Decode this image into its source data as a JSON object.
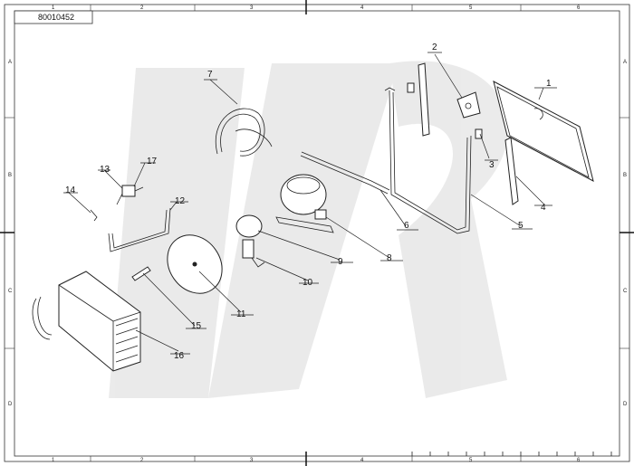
{
  "drawing_number": "80010452",
  "columns": [
    "1",
    "2",
    "3",
    "4",
    "5",
    "6"
  ],
  "rows": [
    "A",
    "B",
    "C",
    "D"
  ],
  "parts": [
    {
      "num": "1"
    },
    {
      "num": "2"
    },
    {
      "num": "3"
    },
    {
      "num": "4"
    },
    {
      "num": "5"
    },
    {
      "num": "6"
    },
    {
      "num": "7"
    },
    {
      "num": "8"
    },
    {
      "num": "9"
    },
    {
      "num": "10"
    },
    {
      "num": "11"
    },
    {
      "num": "12"
    },
    {
      "num": "13"
    },
    {
      "num": "14"
    },
    {
      "num": "15"
    },
    {
      "num": "16"
    },
    {
      "num": "17"
    }
  ]
}
